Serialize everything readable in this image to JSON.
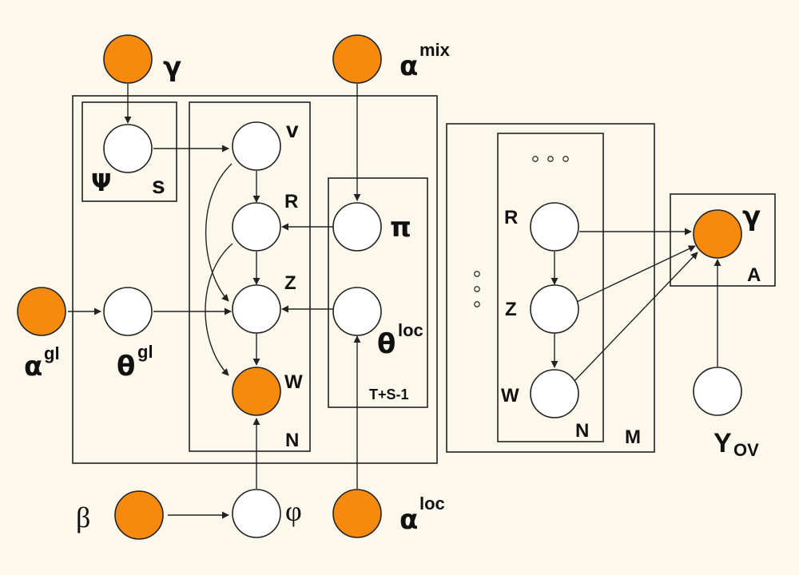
{
  "colors": {
    "background": "#fdf8ec",
    "observed": "#f58a0f",
    "latent": "#ffffff",
    "stroke": "#222222"
  },
  "labels": {
    "gamma_top": "γ",
    "alpha_mix": "α",
    "alpha_mix_sup": "mix",
    "psi": "Ψ",
    "s": "s",
    "v": "v",
    "R_left": "R",
    "pi": "π",
    "Z_left": "Z",
    "theta_loc": "θ",
    "theta_loc_sup": "loc",
    "W_left": "W",
    "N_left": "N",
    "TS": "T+S-1",
    "alpha_gl": "α",
    "alpha_gl_sup": "gl",
    "theta_gl": "θ",
    "theta_gl_sup": "gl",
    "beta": "β",
    "phi": "φ",
    "alpha_loc": "α",
    "alpha_loc_sup": "loc",
    "R_right": "R",
    "Z_right": "Z",
    "W_right": "W",
    "N_right": "N",
    "M": "M",
    "gamma_right": "γ",
    "A": "A",
    "Y": "Y",
    "Y_sub": "OV"
  }
}
